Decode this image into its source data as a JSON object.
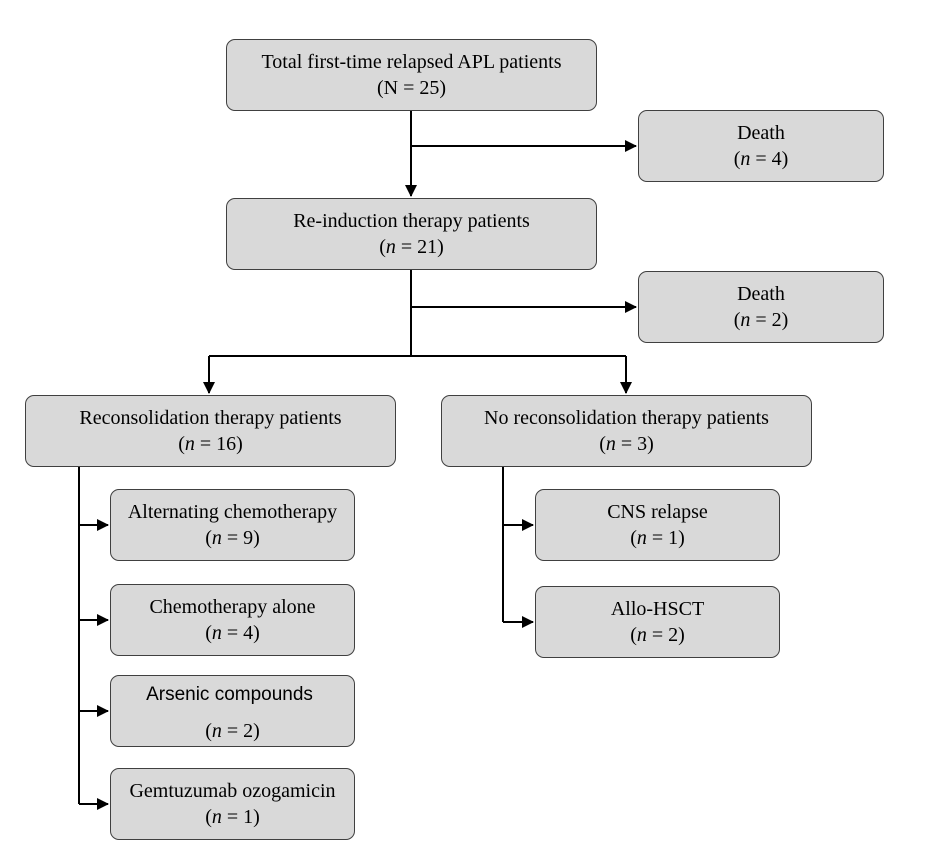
{
  "nodes": {
    "total": {
      "line1": "Total first-time relapsed APL patients",
      "count_prefix": "(N = 25)"
    },
    "death1": {
      "line1": "Death",
      "var": "n",
      "count_suffix": " = 4)"
    },
    "reinduction": {
      "line1": "Re-induction therapy patients",
      "var": "n",
      "count_suffix": " = 21)"
    },
    "death2": {
      "line1": "Death",
      "var": "n",
      "count_suffix": " = 2)"
    },
    "reconsolidation": {
      "line1": "Reconsolidation therapy patients",
      "var": "n",
      "count_suffix": " = 16)"
    },
    "no_reconsolidation": {
      "line1": "No reconsolidation therapy patients",
      "var": "n",
      "count_suffix": " = 3)"
    },
    "alternating": {
      "line1": "Alternating chemotherapy",
      "var": "n",
      "count_suffix": " = 9)"
    },
    "chemo_alone": {
      "line1": "Chemotherapy alone",
      "var": "n",
      "count_suffix": " = 4)"
    },
    "arsenic": {
      "line1": "Arsenic compounds",
      "var": "n",
      "count_suffix": " = 2)"
    },
    "gemtuzumab": {
      "line1": "Gemtuzumab ozogamicin",
      "var": "n",
      "count_suffix": " = 1)"
    },
    "cns": {
      "line1": "CNS relapse",
      "var": "n",
      "count_suffix": " = 1)"
    },
    "allo": {
      "line1": "Allo-HSCT",
      "var": "n",
      "count_suffix": " = 2)"
    }
  },
  "colors": {
    "box_fill": "#d9d9d9",
    "box_border": "#404040",
    "connector": "#000000"
  }
}
